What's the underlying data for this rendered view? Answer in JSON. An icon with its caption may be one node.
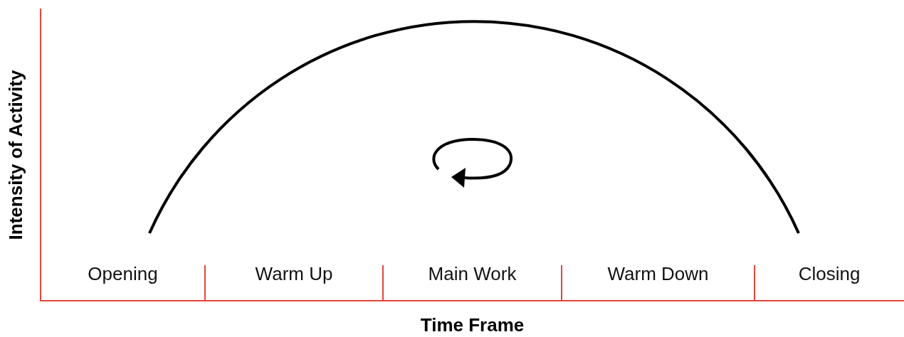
{
  "diagram": {
    "labels": [
      "Intensity of Activity",
      "Opening",
      "Warm Up",
      "Main Work",
      "Warm Down",
      "Closing",
      "Time Frame"
    ]
  }
}
